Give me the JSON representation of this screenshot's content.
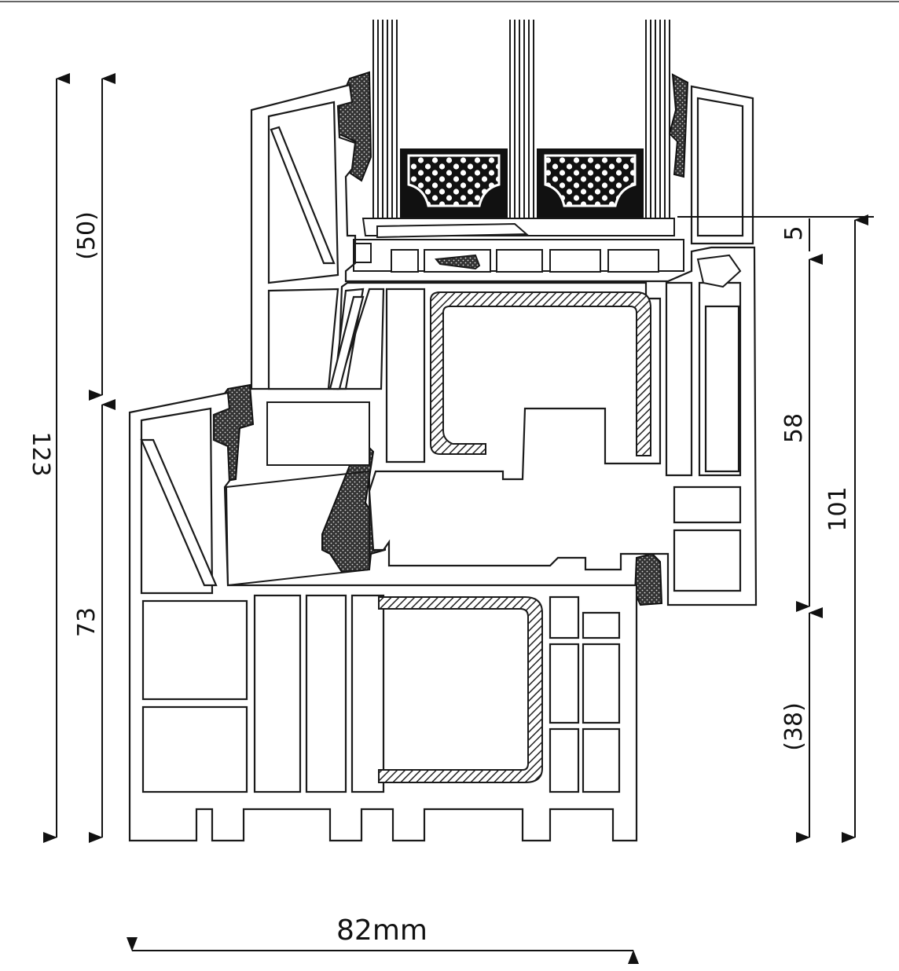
{
  "dimensions": {
    "total_height": "123",
    "sash_height": "(50)",
    "frame_height": "73",
    "glass_rebate": "5",
    "sash_visible": "58",
    "overall_right": "101",
    "frame_visible": "(38)",
    "depth": "82mm"
  },
  "colors": {
    "line": "#1a1a1a",
    "gasket": "#2a2a2a",
    "background": "#ffffff"
  }
}
